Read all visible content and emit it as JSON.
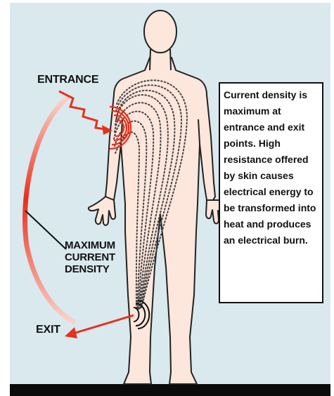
{
  "labels": {
    "entrance": "ENTRANCE",
    "maximum_current_density": "MAXIMUM\nCURRENT\nDENSITY",
    "exit": "EXIT"
  },
  "callout_text": "Current density is maximum at entrance and exit points. High resistance offered by skin causes electrical energy to be transformed into heat and produces an electrical burn.",
  "colors": {
    "background": "#d9e9ee",
    "skin": "#fde6dc",
    "outline": "#222222",
    "current_red": "#e8301d",
    "floor": "#0b0b0b"
  },
  "icons": [
    "lightning-bolt-icon",
    "exit-arrow-icon",
    "current-arc",
    "burn-rings"
  ]
}
